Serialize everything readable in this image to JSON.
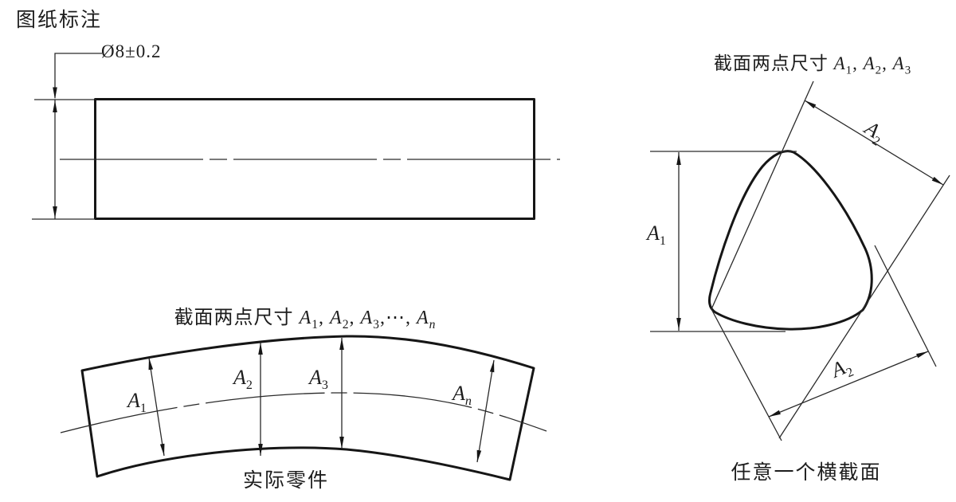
{
  "page": {
    "background": "#ffffff",
    "ink": "#1d1d1d"
  },
  "figure_drawing": {
    "heading": "图纸标注",
    "diameter_callout": "Ø8±0.2"
  },
  "figure_actual_part": {
    "title_segments": [
      {
        "t": "截面两点尺寸 "
      },
      {
        "t": "A",
        "i": true
      },
      {
        "t": "1",
        "sub": true
      },
      {
        "t": ", "
      },
      {
        "t": "A",
        "i": true
      },
      {
        "t": "2",
        "sub": true
      },
      {
        "t": ", "
      },
      {
        "t": "A",
        "i": true
      },
      {
        "t": "3",
        "sub": true
      },
      {
        "t": ",⋯, "
      },
      {
        "t": "A",
        "i": true
      },
      {
        "t": "n",
        "sub": true,
        "i": true
      }
    ],
    "dim_labels": [
      {
        "main": "A",
        "sub": "1"
      },
      {
        "main": "A",
        "sub": "2"
      },
      {
        "main": "A",
        "sub": "3"
      },
      {
        "main": "A",
        "sub": "n"
      }
    ],
    "caption": "实际零件"
  },
  "figure_cross_section": {
    "title_segments": [
      {
        "t": "截面两点尺寸 "
      },
      {
        "t": "A",
        "i": true
      },
      {
        "t": "1",
        "sub": true
      },
      {
        "t": ", "
      },
      {
        "t": "A",
        "i": true
      },
      {
        "t": "2",
        "sub": true
      },
      {
        "t": ", "
      },
      {
        "t": "A",
        "i": true
      },
      {
        "t": "3",
        "sub": true
      }
    ],
    "dim_labels": [
      {
        "main": "A",
        "sub": "1"
      },
      {
        "main": "A",
        "sub": "2"
      },
      {
        "main": "A",
        "sub": "2"
      }
    ],
    "caption": "任意一个横截面"
  }
}
